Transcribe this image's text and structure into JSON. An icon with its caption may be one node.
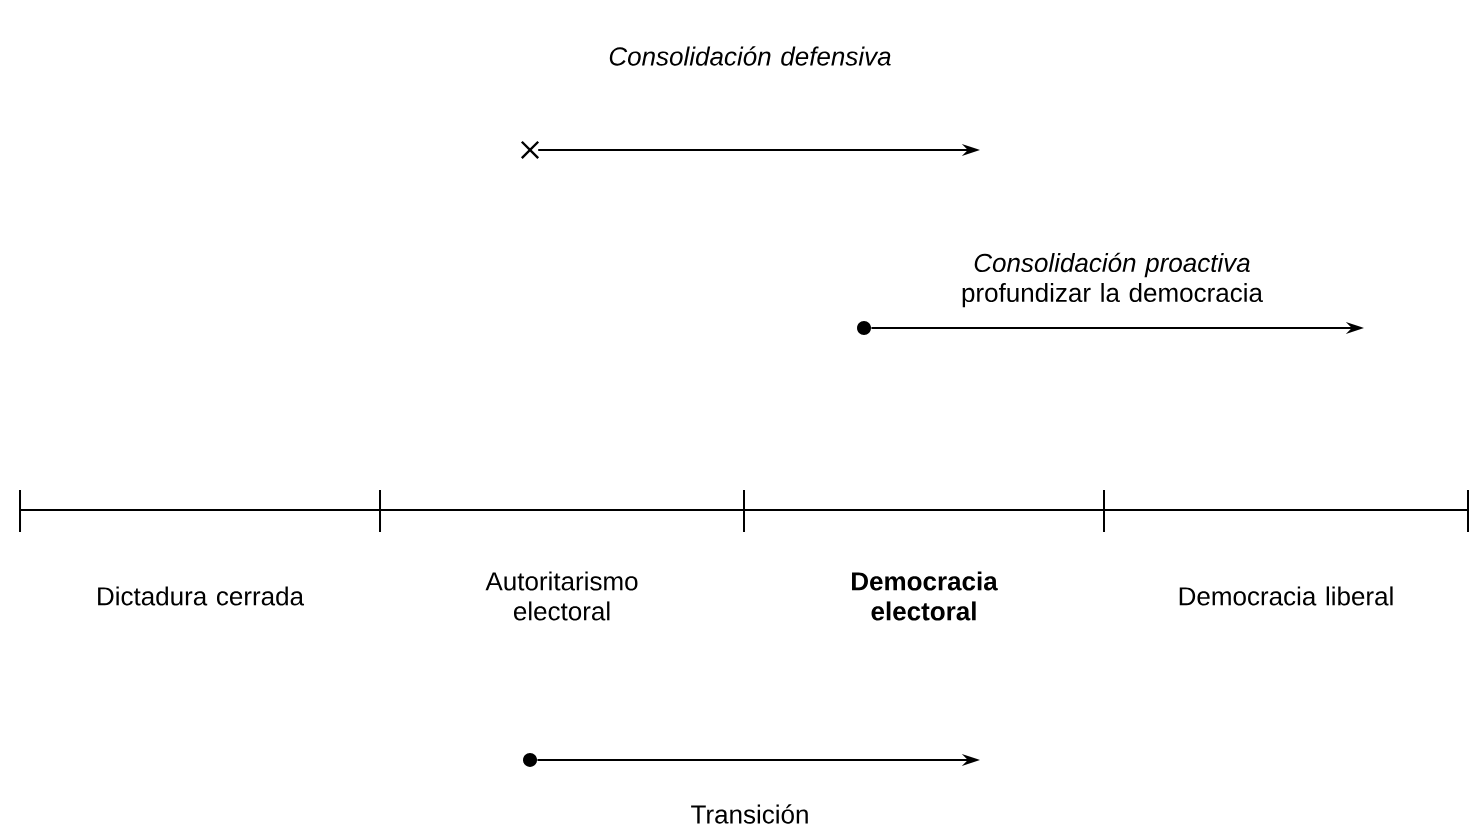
{
  "diagram": {
    "nodes": [
      {
        "text": [
          "Dictadura cerrada"
        ]
      },
      {
        "text": [
          "Autoritarismo electoral"
        ]
      },
      {
        "text": [
          "Democracia electoral"
        ]
      },
      {
        "text": [
          "Democracia liberal"
        ]
      },
      {
        "text": [],
        "shape": "cross"
      },
      {
        "text": [],
        "shape": "circle"
      },
      {
        "text": [],
        "shape": "circle"
      }
    ],
    "edges": [
      {
        "from": 4,
        "to": null,
        "arrow": "to",
        "label": "Consolidación defensiva"
      },
      {
        "from": 5,
        "to": null,
        "arrow": "to",
        "label": "*Consolidación proactiva* profundizar la democracia"
      },
      {
        "from": 6,
        "to": null,
        "arrow": "to",
        "label": "Transición"
      }
    ]
  }
}
